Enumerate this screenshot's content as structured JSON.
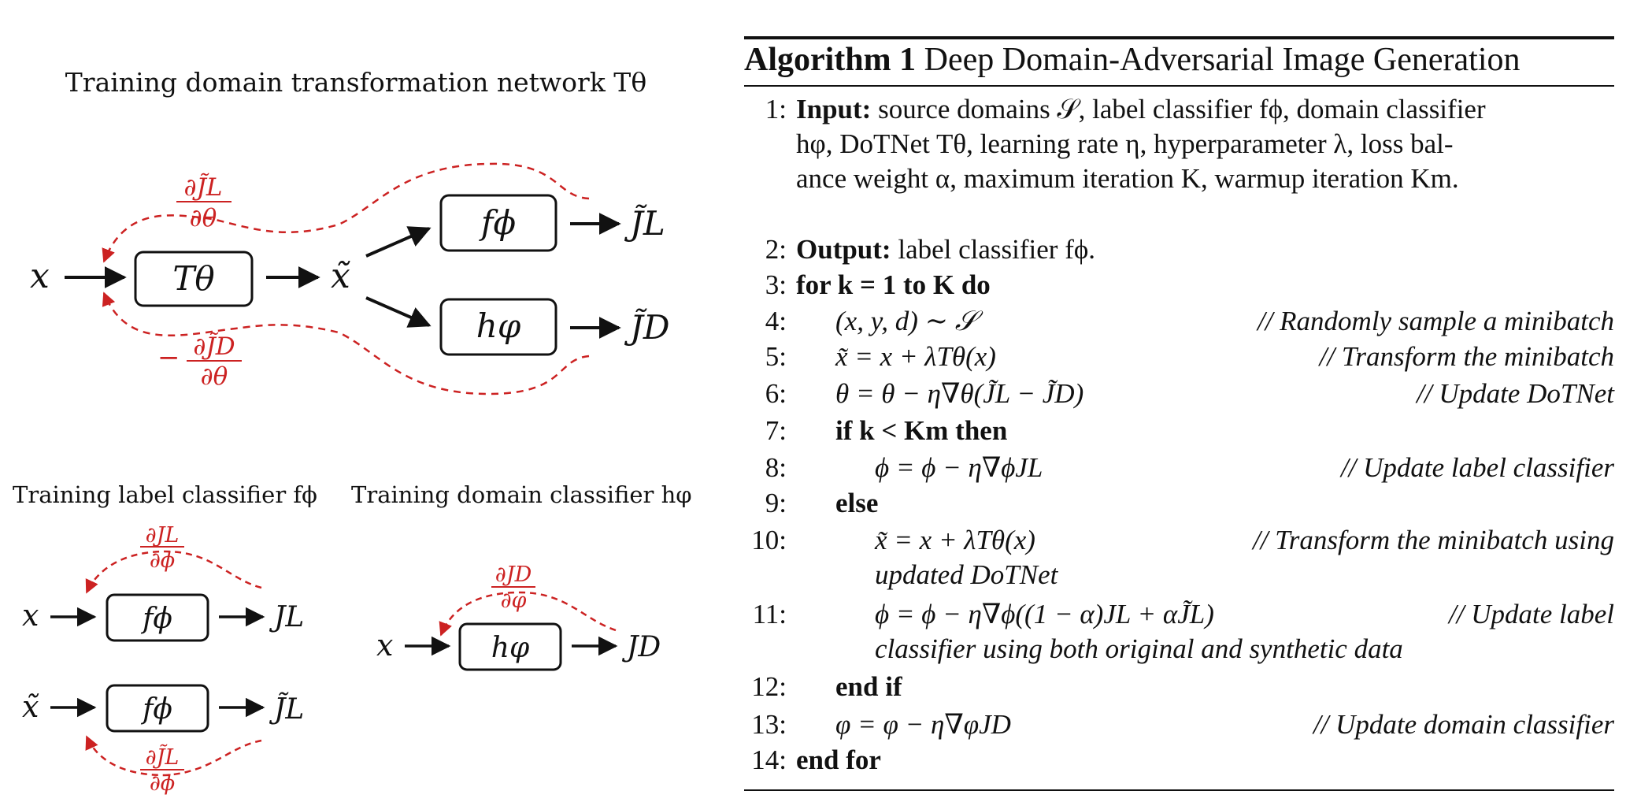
{
  "figure": {
    "top_caption": "Training domain transformation network Tθ",
    "label_caption": "Training label classifier fϕ",
    "domain_caption": "Training domain classifier hφ",
    "x": "x",
    "x_tilde": "x̃",
    "t_theta": "Tθ",
    "f_phi": "fϕ",
    "h_varphi": "hφ",
    "j_l_tilde": "J̃L",
    "j_d_tilde": "J̃D",
    "j_l": "JL",
    "j_d": "JD",
    "grad_jl_tilde_theta": {
      "num": "∂J̃L",
      "den": "∂θ"
    },
    "grad_jd_tilde_theta": {
      "sign": "−",
      "num": "∂J̃D",
      "den": "∂θ"
    },
    "grad_jl_phi": {
      "num": "∂JL",
      "den": "∂ϕ"
    },
    "grad_jd_varphi": {
      "num": "∂JD",
      "den": "∂φ"
    },
    "grad_jl_tilde_phi": {
      "num": "∂J̃L",
      "den": "∂ϕ"
    },
    "colors": {
      "gradient": "#cc2222",
      "ink": "#111111"
    }
  },
  "algorithm": {
    "title_bold": "Algorithm 1",
    "title_rest": " Deep Domain-Adversarial Image Generation",
    "lines": [
      {
        "num": "1:",
        "kw": "Input:",
        "text": " source domains 𝒮, label classifier fϕ, domain classifier"
      },
      {
        "num": "",
        "text": "hφ, DoTNet Tθ, learning rate η, hyperparameter λ, loss bal-"
      },
      {
        "num": "",
        "text": "ance weight α, maximum iteration K, warmup iteration Km."
      },
      {
        "num": "2:",
        "kw": "Output:",
        "text": " label classifier fϕ."
      },
      {
        "num": "3:",
        "text": "for k = 1 to K do"
      },
      {
        "num": "4:",
        "text": "(x, y, d) ∼ 𝒮",
        "comment": "// Randomly sample a minibatch"
      },
      {
        "num": "5:",
        "text": "x̃ = x + λTθ(x)",
        "comment": "// Transform the minibatch"
      },
      {
        "num": "6:",
        "text": "θ = θ − η∇θ(J̃L − J̃D)",
        "comment": "// Update DoTNet"
      },
      {
        "num": "7:",
        "text": "if k < Km then"
      },
      {
        "num": "8:",
        "text": "ϕ = ϕ − η∇ϕJL",
        "comment": "// Update label classifier"
      },
      {
        "num": "9:",
        "text": "else"
      },
      {
        "num": "10:",
        "text": "x̃ = x + λTθ(x)",
        "comment": "// Transform the minibatch using"
      },
      {
        "num": "",
        "text": "updated DoTNet"
      },
      {
        "num": "11:",
        "text": "ϕ = ϕ − η∇ϕ((1 − α)JL + αJ̃L)",
        "comment": "// Update label"
      },
      {
        "num": "",
        "text": "classifier using both original and synthetic data"
      },
      {
        "num": "12:",
        "text": "end if"
      },
      {
        "num": "13:",
        "text": "φ = φ − η∇φJD",
        "comment": "// Update domain classifier"
      },
      {
        "num": "14:",
        "text": "end for"
      }
    ]
  }
}
